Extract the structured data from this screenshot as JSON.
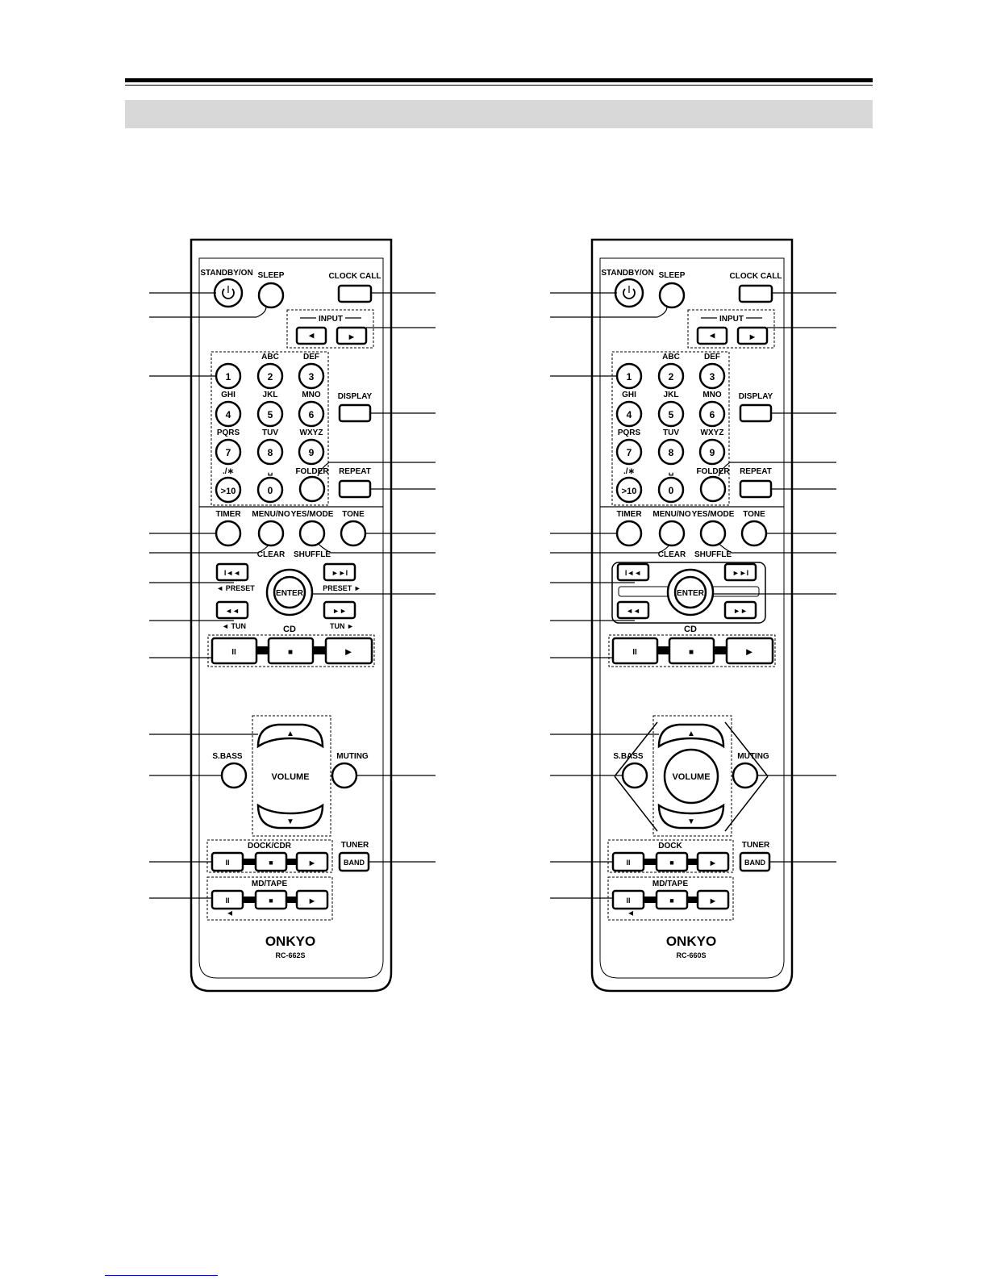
{
  "remotes": [
    {
      "id": "left",
      "labels": {
        "standby": "STANDBY/ON",
        "sleep": "SLEEP",
        "clock_call": "CLOCK CALL",
        "input": "INPUT",
        "abc": "ABC",
        "def": "DEF",
        "ghi": "GHI",
        "jkl": "JKL",
        "mno": "MNO",
        "pqrs": "PQRS",
        "tuv": "TUV",
        "wxyz": "WXYZ",
        "dotstar": "./∗",
        "space": "␣",
        "display": "DISPLAY",
        "folder": "FOLDER",
        "repeat": "REPEAT",
        "timer": "TIMER",
        "menu_no": "MENU/NO",
        "yes_mode": "YES/MODE",
        "tone": "TONE",
        "clear": "CLEAR",
        "shuffle": "SHUFFLE",
        "enter": "ENTER",
        "preset_left": "◄ PRESET",
        "preset_right": "PRESET ►",
        "tun_left": "◄ TUN",
        "tun_right": "TUN ►",
        "cd": "CD",
        "sbass": "S.BASS",
        "volume": "VOLUME",
        "muting": "MUTING",
        "dock": "DOCK/CDR",
        "tuner": "TUNER",
        "band": "BAND",
        "mdtape": "MD/TAPE",
        "brand": "ONKYO",
        "model": "RC-662S"
      }
    },
    {
      "id": "right",
      "labels": {
        "standby": "STANDBY/ON",
        "sleep": "SLEEP",
        "clock_call": "CLOCK CALL",
        "input": "INPUT",
        "abc": "ABC",
        "def": "DEF",
        "ghi": "GHI",
        "jkl": "JKL",
        "mno": "MNO",
        "pqrs": "PQRS",
        "tuv": "TUV",
        "wxyz": "WXYZ",
        "dotstar": "./∗",
        "space": "␣",
        "display": "DISPLAY",
        "folder": "FOLDER",
        "repeat": "REPEAT",
        "timer": "TIMER",
        "menu_no": "MENU/NO",
        "yes_mode": "YES/MODE",
        "tone": "TONE",
        "clear": "CLEAR",
        "shuffle": "SHUFFLE",
        "enter": "ENTER",
        "preset_left": "",
        "preset_right": "",
        "tun_left": "",
        "tun_right": "",
        "cd": "CD",
        "sbass": "S.BASS",
        "volume": "VOLUME",
        "muting": "MUTING",
        "dock": "DOCK",
        "tuner": "TUNER",
        "band": "BAND",
        "mdtape": "MD/TAPE",
        "brand": "ONKYO",
        "model": "RC-660S"
      }
    }
  ],
  "digits": [
    "1",
    "2",
    "3",
    "4",
    "5",
    "6",
    "7",
    "8",
    "9",
    ">10",
    "0"
  ],
  "transport_symbols": {
    "prev": "I◄◄",
    "next": "►►I",
    "rew": "◄◄",
    "ff": "►►",
    "pause": "II",
    "stop": "■",
    "play": "►",
    "up": "▲",
    "down": "▼"
  }
}
